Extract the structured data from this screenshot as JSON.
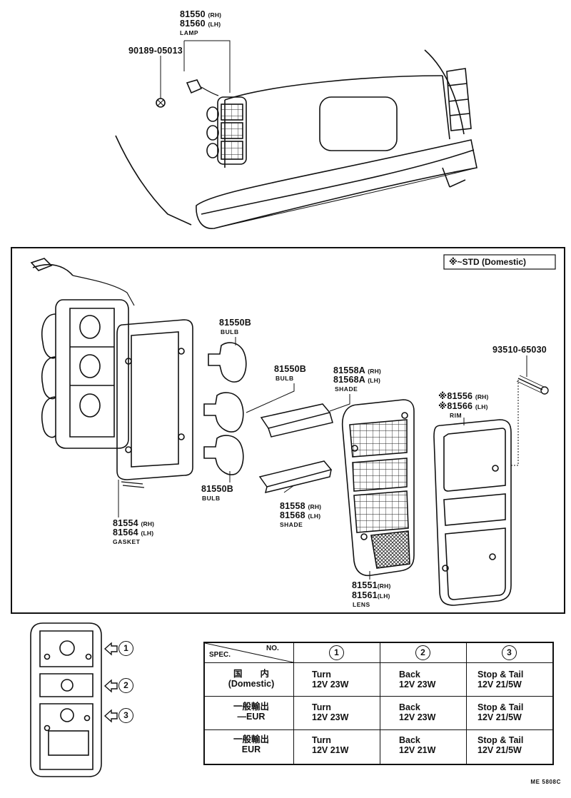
{
  "top": {
    "lamp": {
      "rh": "81550",
      "lh": "81560",
      "rh_tag": "(RH)",
      "lh_tag": "(LH)",
      "name": "LAMP"
    },
    "screw": "90189-05013"
  },
  "detail": {
    "note": "※~STD (Domestic)",
    "bulb_upper": {
      "part": "81550B",
      "name": "BULB"
    },
    "bulb_middle": {
      "part": "81550B",
      "name": "BULB"
    },
    "bulb_lower": {
      "part": "81550B",
      "name": "BULB"
    },
    "shade_upper": {
      "rh": "81558A",
      "lh": "81568A",
      "rh_tag": "(RH)",
      "lh_tag": "(LH)",
      "name": "SHADE"
    },
    "shade_lower": {
      "rh": "81558",
      "lh": "81568",
      "rh_tag": "(RH)",
      "lh_tag": "(LH)",
      "name": "SHADE"
    },
    "gasket": {
      "rh": "81554",
      "lh": "81564",
      "rh_tag": "(RH)",
      "lh_tag": "(LH)",
      "name": "GASKET"
    },
    "lens": {
      "rh": "81551",
      "lh": "81561",
      "rh_tag": "(RH)",
      "lh_tag": "(LH)",
      "name": "LENS"
    },
    "rim": {
      "rh": "81556",
      "lh": "81566",
      "rh_tag": "(RH)",
      "lh_tag": "(LH)",
      "name": "RIM",
      "mark": "※"
    },
    "rim_screw": "93510-65030"
  },
  "legend": {
    "markers": [
      "1",
      "2",
      "3"
    ]
  },
  "spec_table": {
    "header_spec": "SPEC.",
    "header_no": "NO.",
    "columns": [
      "1",
      "2",
      "3"
    ],
    "rows": [
      {
        "line1": "国　　内",
        "line2": "(Domestic)",
        "cells": [
          [
            "Turn",
            "12V  23W"
          ],
          [
            "Back",
            "12V  23W"
          ],
          [
            "Stop & Tail",
            "12V  21/5W"
          ]
        ]
      },
      {
        "line1": "一般輸出",
        "line2": "—EUR",
        "cells": [
          [
            "Turn",
            "12V  23W"
          ],
          [
            "Back",
            "12V  23W"
          ],
          [
            "Stop & Tail",
            "12V  21/5W"
          ]
        ]
      },
      {
        "line1": "一般輸出",
        "line2": "EUR",
        "cells": [
          [
            "Turn",
            "12V  21W"
          ],
          [
            "Back",
            "12V  21W"
          ],
          [
            "Stop & Tail",
            "12V  21/5W"
          ]
        ]
      }
    ]
  },
  "footer": "ME  5808C"
}
